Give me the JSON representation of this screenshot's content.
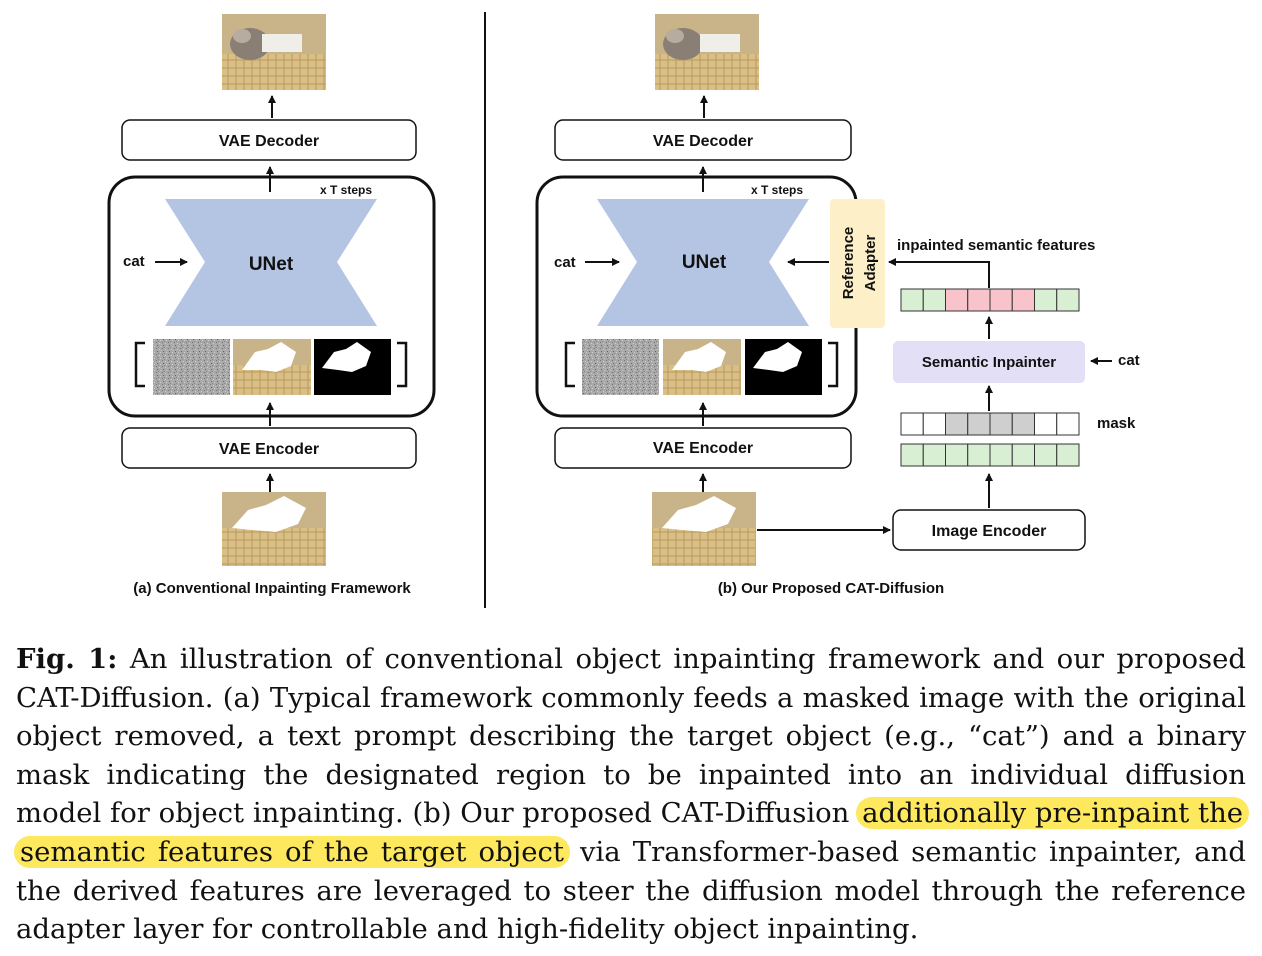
{
  "panel_a": {
    "vae_decoder": "VAE Decoder",
    "steps": "x T steps",
    "unet": "UNet",
    "cat": "cat",
    "vae_encoder": "VAE Encoder",
    "caption": "(a) Conventional Inpainting Framework"
  },
  "panel_b": {
    "vae_decoder": "VAE Decoder",
    "steps": "x T steps",
    "unet": "UNet",
    "cat": "cat",
    "reference_adapter_line1": "Reference",
    "reference_adapter_line2": "Adapter",
    "inpainted_features": "inpainted semantic features",
    "semantic_inpainter": "Semantic Inpainter",
    "cat_right": "cat",
    "mask": "mask",
    "vae_encoder": "VAE Encoder",
    "image_encoder": "Image Encoder",
    "caption": "(b) Our Proposed CAT-Diffusion"
  },
  "colors": {
    "unet_fill": "#b4c5e4",
    "adapter_fill": "#fdf0c8",
    "inpainter_fill": "#e2dff7",
    "token_green": "#d9efd4",
    "token_pink": "#f9c3cc",
    "token_gray": "#cfcfcf",
    "highlight": "#fde85e"
  },
  "caption": {
    "lead": "Fig. 1:",
    "text_1": " An illustration of conventional object inpainting framework and our proposed CAT-Diffusion. (a) Typical framework commonly feeds a masked image with the original object removed, a text prompt describing the target object (e.g., “cat”) and a binary mask indicating the designated region to be inpainted into an individual diffusion model for object inpainting. (b) Our proposed CAT-Diffusion ",
    "highlight": "additionally pre-inpaint the semantic features of the target object",
    "text_2": " via Transformer-based semantic inpainter, and the derived features are leveraged to steer the diffusion model through the reference adapter layer for controllable and high-fidelity object inpainting."
  }
}
